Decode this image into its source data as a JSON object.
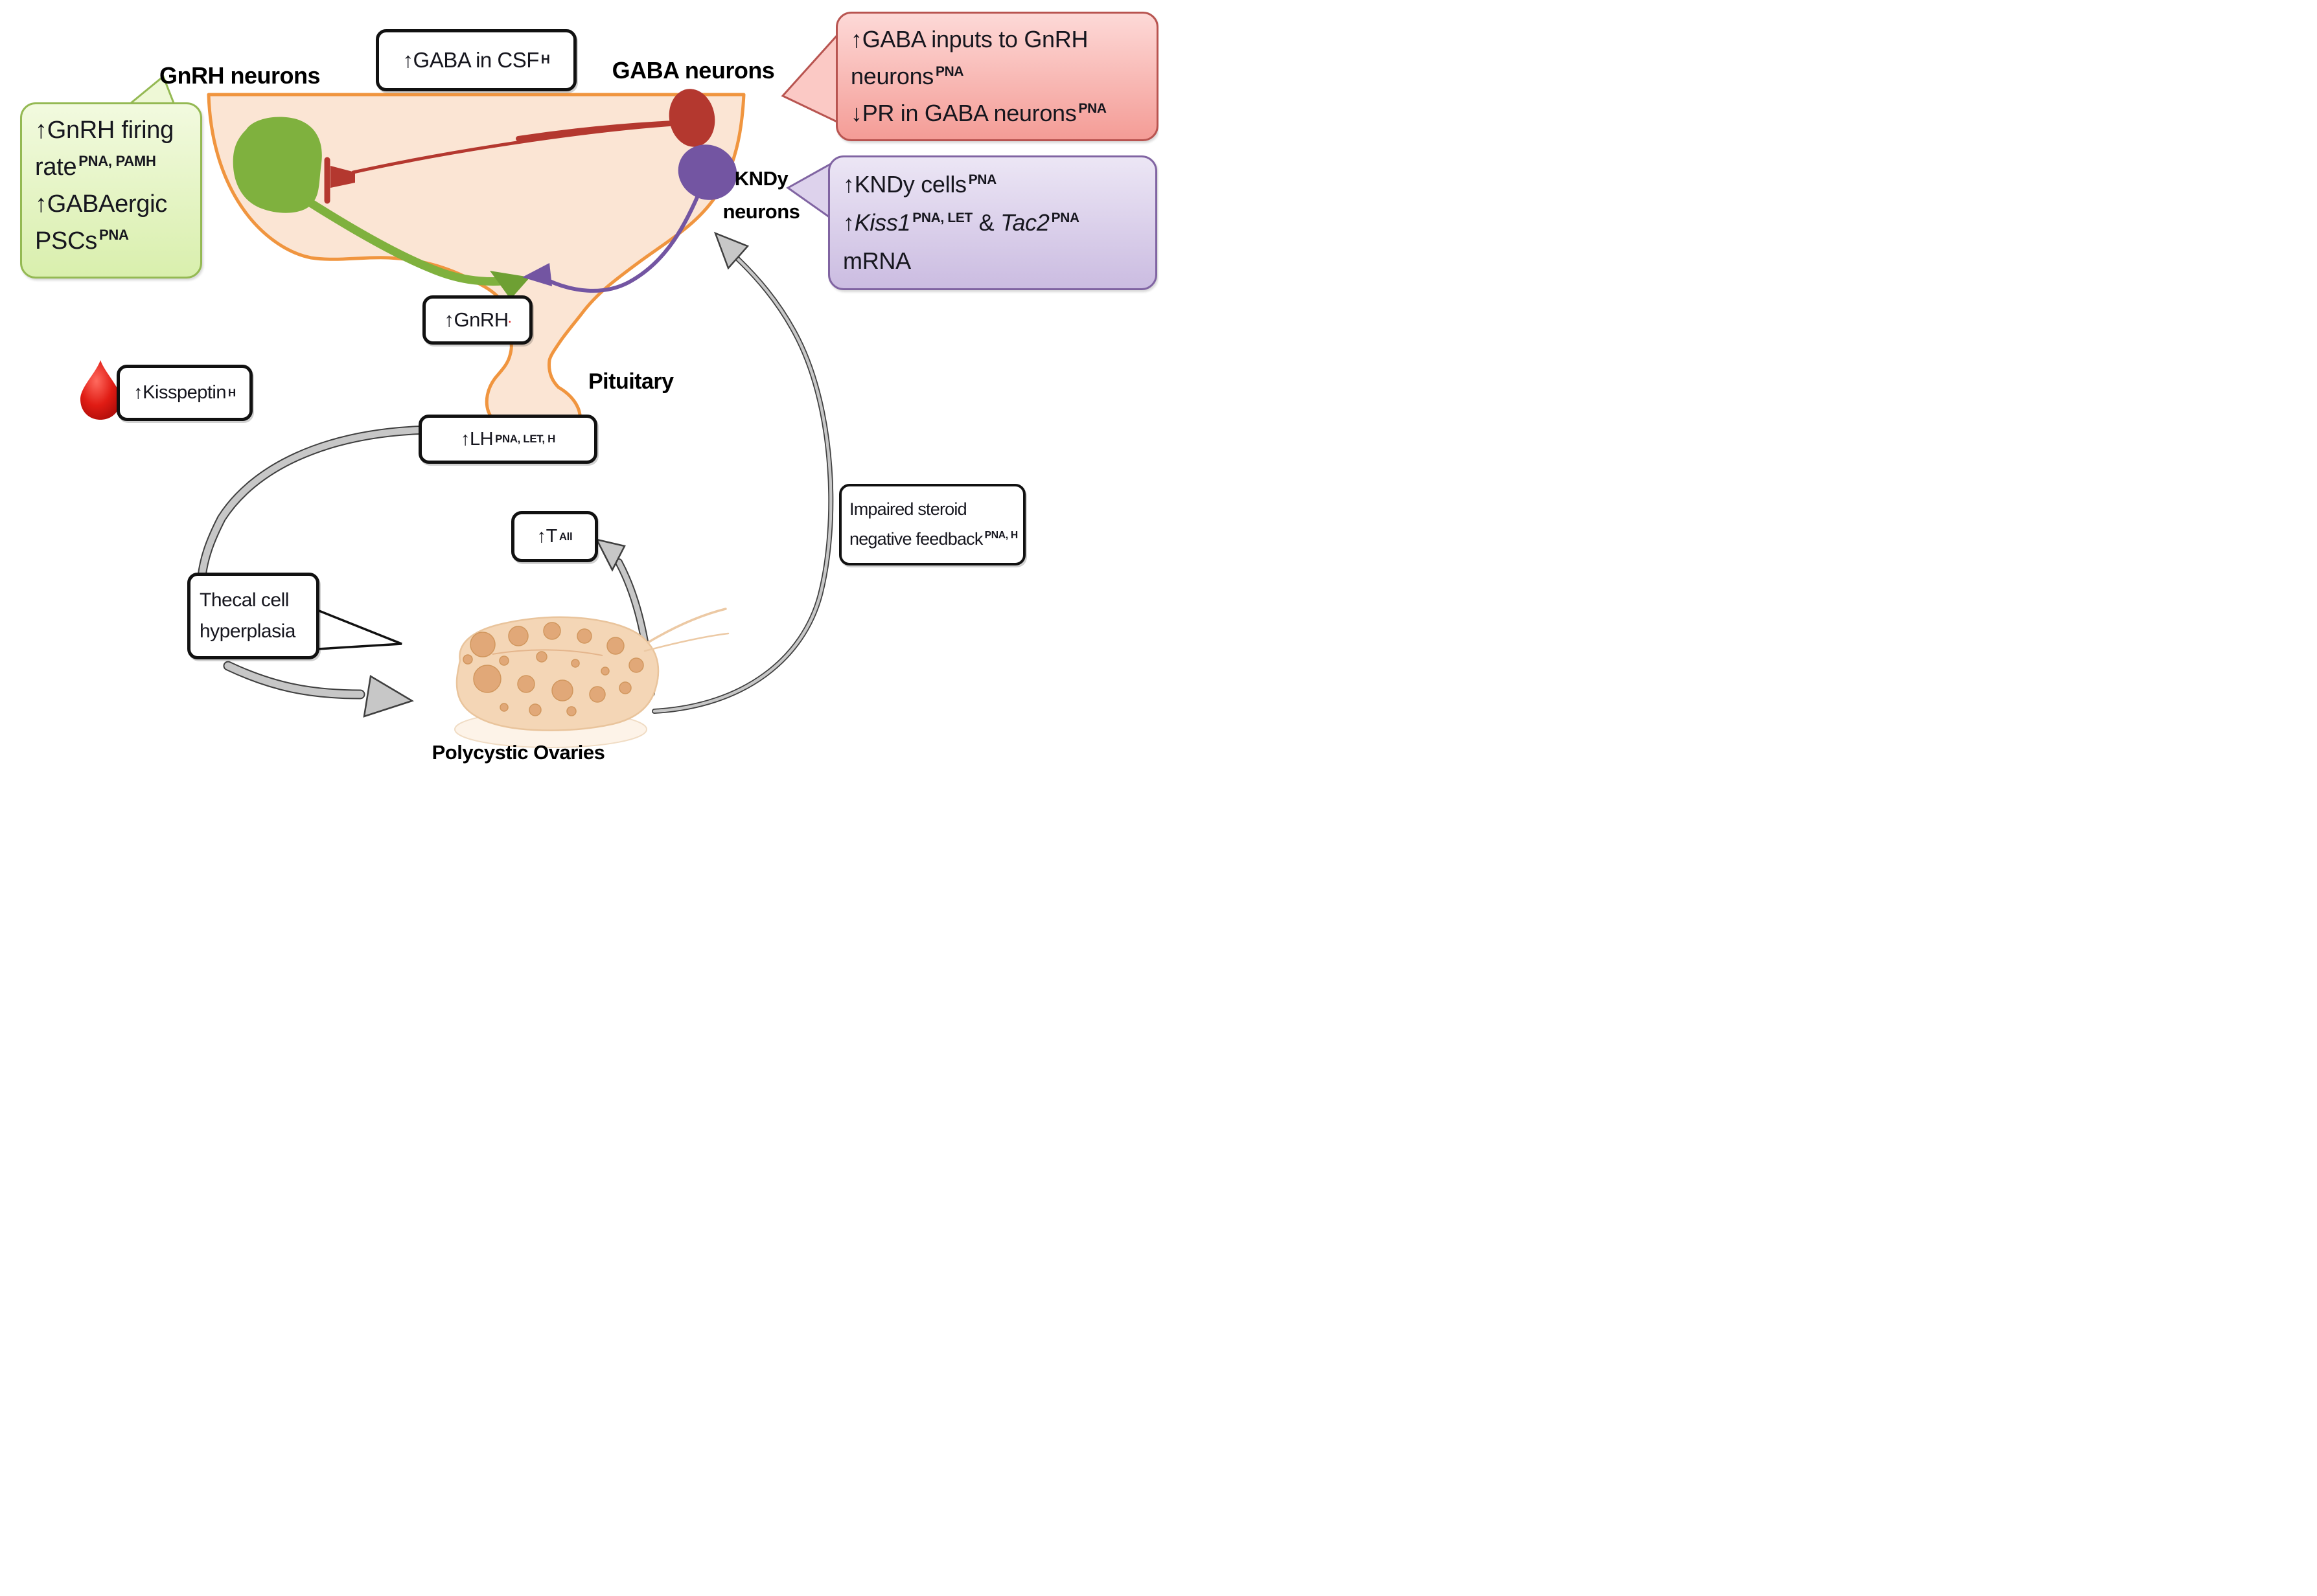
{
  "labels": {
    "gnrh_neurons": "GnRH neurons",
    "gaba_neurons": "GABA neurons",
    "kndy_line1": "KNDy",
    "kndy_line2": "neurons",
    "pituitary": "Pituitary",
    "polycystic_ovaries": "Polycystic Ovaries"
  },
  "boxes": {
    "gaba_csf": {
      "text": "↑GABA in CSF",
      "sup": "H"
    },
    "gnrh": {
      "text": "↑GnRH",
      "dot": "."
    },
    "kisspeptin": {
      "text": "↑Kisspeptin",
      "sup": "H"
    },
    "lh": {
      "text": "↑LH",
      "sup": "PNA, LET, H"
    },
    "t": {
      "text": "↑T",
      "sup": "All"
    },
    "thecal": {
      "line1": "Thecal cell",
      "line2": "hyperplasia"
    },
    "impaired": {
      "line1": "Impaired steroid",
      "line2": "negative feedback",
      "sup": "PNA, H"
    }
  },
  "bubbles": {
    "green": {
      "line1": "↑GnRH firing",
      "line2": "rate",
      "line2_sup": "PNA, PAMH",
      "line3": "↑GABAergic",
      "line4": "PSCs",
      "line4_sup": "PNA"
    },
    "pink": {
      "line1": "↑GABA inputs to GnRH",
      "line2": "neurons",
      "line2_sup": "PNA",
      "line3": "↓PR in GABA neurons",
      "line3_sup": "PNA"
    },
    "purple": {
      "line1": "↑KNDy cells",
      "line1_sup": "PNA",
      "line2_arrow": "↑",
      "line2_gene1": "Kiss1",
      "line2_sup1": "PNA, LET",
      "line2_amp": " & ",
      "line2_gene2": "Tac2",
      "line2_sup2": "PNA",
      "line3": "mRNA"
    }
  },
  "icons": {
    "blood_drop": "blood-drop-icon"
  },
  "colors": {
    "hypothalamus_fill": "#fbe5d4",
    "hypothalamus_border": "#f0953f",
    "gnrh_neuron_green": "#7fb13e",
    "gaba_neuron_red": "#b4382f",
    "kndy_neuron_purple": "#7355a2",
    "arrow_gray_fill": "#c7c7c7",
    "arrow_gray_outline": "#3f3f3f",
    "blood_red": "#d40f0f",
    "green_bubble_border": "#94b953",
    "pink_bubble_border": "#b85450",
    "purple_bubble_border": "#8064a2",
    "ovary_fill": "#f4d6b6",
    "ovary_cyst": "#e1a878"
  }
}
